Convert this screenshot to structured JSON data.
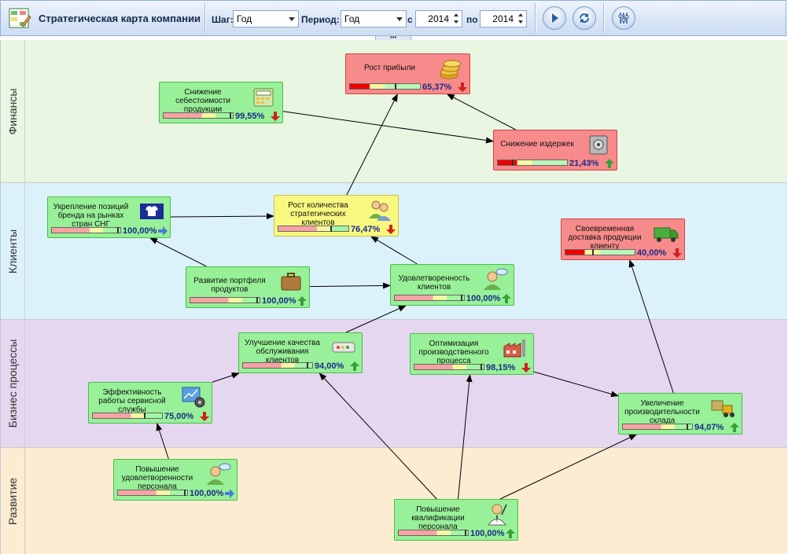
{
  "app": {
    "title": "Стратегическая карта компании"
  },
  "toolbar": {
    "step_label": "Шаг:",
    "step_value": "Год",
    "period_label": "Период:",
    "period_value": "Год",
    "from_label": "с",
    "from_value": "2014",
    "to_label": "по",
    "to_value": "2014",
    "handle": "•••"
  },
  "lanes": [
    {
      "label": "Финансы",
      "color": "#e8f6e2"
    },
    {
      "label": "Клиенты",
      "color": "#dcf2fa"
    },
    {
      "label": "Бизнес процессы",
      "color": "#e6d7f0"
    },
    {
      "label": "Развитие",
      "color": "#fbecd2"
    }
  ],
  "nodes": [
    {
      "id": "n1",
      "name": "Рост прибыли",
      "pct": "65,37%",
      "status": "red",
      "trend": "down",
      "icon": "coins-icon",
      "value": 0.65
    },
    {
      "id": "n2",
      "name": "Снижение себестоимости продукции",
      "pct": "99,55%",
      "status": "green",
      "trend": "down",
      "icon": "calculator-icon",
      "value": 0.99
    },
    {
      "id": "n3",
      "name": "Снижение издержек",
      "pct": "21,43%",
      "status": "red",
      "trend": "up",
      "icon": "safe-icon",
      "value": 0.21
    },
    {
      "id": "n4",
      "name": "Укрепление позиций бренда на рынках стран СНГ",
      "pct": "100,00%",
      "status": "green",
      "trend": "right",
      "icon": "brand-shirt-icon",
      "value": 1.0
    },
    {
      "id": "n5",
      "name": "Рост количества стратегических клиентов",
      "pct": "76,47%",
      "status": "yellow",
      "trend": "down",
      "icon": "users-icon",
      "value": 0.76
    },
    {
      "id": "n6",
      "name": "Своевременная доставка продукции клиенту",
      "pct": "40,00%",
      "status": "red",
      "trend": "down",
      "icon": "truck-icon",
      "value": 0.4
    },
    {
      "id": "n7",
      "name": "Развитие портфеля продуктов",
      "pct": "100,00%",
      "status": "green",
      "trend": "up",
      "icon": "briefcase-icon",
      "value": 1.0
    },
    {
      "id": "n8",
      "name": "Удовлетворенность клиентов",
      "pct": "100,00%",
      "status": "green",
      "trend": "up",
      "icon": "user-chat-icon",
      "value": 1.0
    },
    {
      "id": "n9",
      "name": "Улучшение качества обслуживания клиентов",
      "pct": "94,00%",
      "status": "green",
      "trend": "up",
      "icon": "service-icon",
      "value": 0.94
    },
    {
      "id": "n10",
      "name": "Оптимизация производственного процесса",
      "pct": "98,15%",
      "status": "green",
      "trend": "down",
      "icon": "factory-icon",
      "value": 0.98
    },
    {
      "id": "n11",
      "name": "Эффективность работы сервисной службы",
      "pct": "75,00%",
      "status": "green",
      "trend": "down",
      "icon": "gear-chart-icon",
      "value": 0.75
    },
    {
      "id": "n12",
      "name": "Увеличение производительности склада",
      "pct": "94,07%",
      "status": "green",
      "trend": "up",
      "icon": "forklift-icon",
      "value": 0.94
    },
    {
      "id": "n13",
      "name": "Повышение удовлетворенности персонала",
      "pct": "100,00%",
      "status": "green",
      "trend": "right",
      "icon": "user-chat-icon",
      "value": 1.0
    },
    {
      "id": "n14",
      "name": "Повышение квалификации персонала",
      "pct": "100,00%",
      "status": "green",
      "trend": "up",
      "icon": "teacher-icon",
      "value": 1.0
    }
  ],
  "links": [
    [
      "n2",
      "n3"
    ],
    [
      "n3",
      "n1"
    ],
    [
      "n5",
      "n1"
    ],
    [
      "n4",
      "n5"
    ],
    [
      "n7",
      "n4"
    ],
    [
      "n7",
      "n8"
    ],
    [
      "n8",
      "n5"
    ],
    [
      "n9",
      "n8"
    ],
    [
      "n11",
      "n9"
    ],
    [
      "n13",
      "n11"
    ],
    [
      "n14",
      "n9"
    ],
    [
      "n14",
      "n10"
    ],
    [
      "n14",
      "n12"
    ],
    [
      "n10",
      "n12"
    ],
    [
      "n12",
      "n6"
    ]
  ]
}
